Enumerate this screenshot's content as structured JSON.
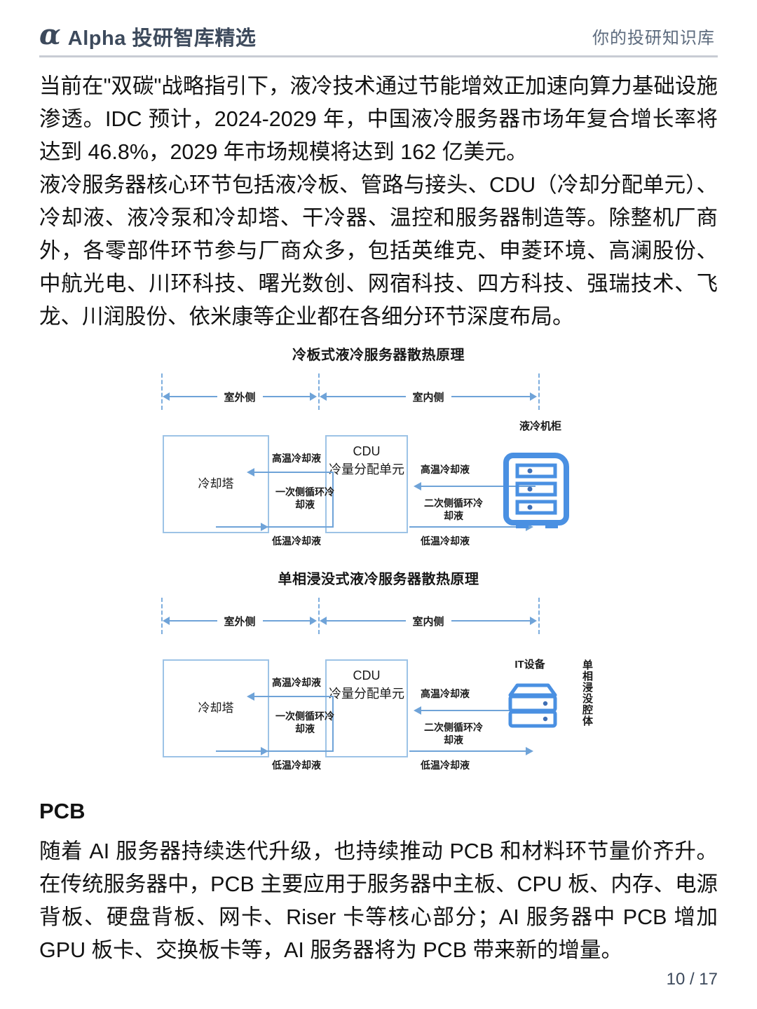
{
  "header": {
    "logo_glyph": "α",
    "brand": "Alpha 投研智库精选",
    "tagline": "你的投研知识库"
  },
  "content": {
    "paragraph_1": "当前在\"双碳\"战略指引下，液冷技术通过节能增效正加速向算力基础设施渗透。IDC 预计，2024-2029 年，中国液冷服务器市场年复合增长率将达到 46.8%，2029 年市场规模将达到 162 亿美元。",
    "paragraph_2": "液冷服务器核心环节包括液冷板、管路与接头、CDU（冷却分配单元）、冷却液、液冷泵和冷却塔、干冷器、温控和服务器制造等。除整机厂商外，各零部件环节参与厂商众多，包括英维克、申菱环境、高澜股份、中航光电、川环科技、曙光数创、网宿科技、四方科技、强瑞技术、飞龙、川润股份、依米康等企业都在各细分环节深度布局。",
    "pcb_heading": "PCB",
    "paragraph_3": "随着 AI 服务器持续迭代升级，也持续推动 PCB 和材料环节量价齐升。在传统服务器中，PCB 主要应用于服务器中主板、CPU 板、内存、电源背板、硬盘背板、网卡、Riser 卡等核心部分；AI 服务器中 PCB 增加 GPU 板卡、交换板卡等，AI 服务器将为 PCB 带来新的增量。"
  },
  "figures": [
    {
      "title": "冷板式液冷服务器散热原理",
      "span_outdoor": "室外侧",
      "span_indoor": "室内侧",
      "cooling_tower": "冷却塔",
      "cdu_line1": "CDU",
      "cdu_line2": "冷量分配单元",
      "label_high_temp_left": "高温冷却液",
      "label_primary_loop": "一次侧循环冷却液",
      "label_low_temp_left": "低温冷却液",
      "label_high_temp_right": "高温冷却液",
      "label_secondary_loop": "二次侧循环冷却液",
      "label_low_temp_right": "低温冷却液",
      "device_caption": "液冷机柜"
    },
    {
      "title": "单相浸没式液冷服务器散热原理",
      "span_outdoor": "室外侧",
      "span_indoor": "室内侧",
      "cooling_tower": "冷却塔",
      "cdu_line1": "CDU",
      "cdu_line2": "冷量分配单元",
      "label_high_temp_left": "高温冷却液",
      "label_primary_loop": "一次侧循环冷却液",
      "label_low_temp_left": "低温冷却液",
      "label_high_temp_right": "高温冷却液",
      "label_secondary_loop": "二次侧循环冷却液",
      "label_low_temp_right": "低温冷却液",
      "device_caption": "IT设备",
      "device_side_label": "单相浸没腔体"
    }
  ],
  "footer": {
    "page_indicator": "10 / 17"
  },
  "colors": {
    "brand_dark": "#3d4a5c",
    "diagram_line": "#6fa3d8",
    "diagram_box_border": "#9dc3e6",
    "device_icon": "#4a90e2",
    "text": "#121212"
  }
}
